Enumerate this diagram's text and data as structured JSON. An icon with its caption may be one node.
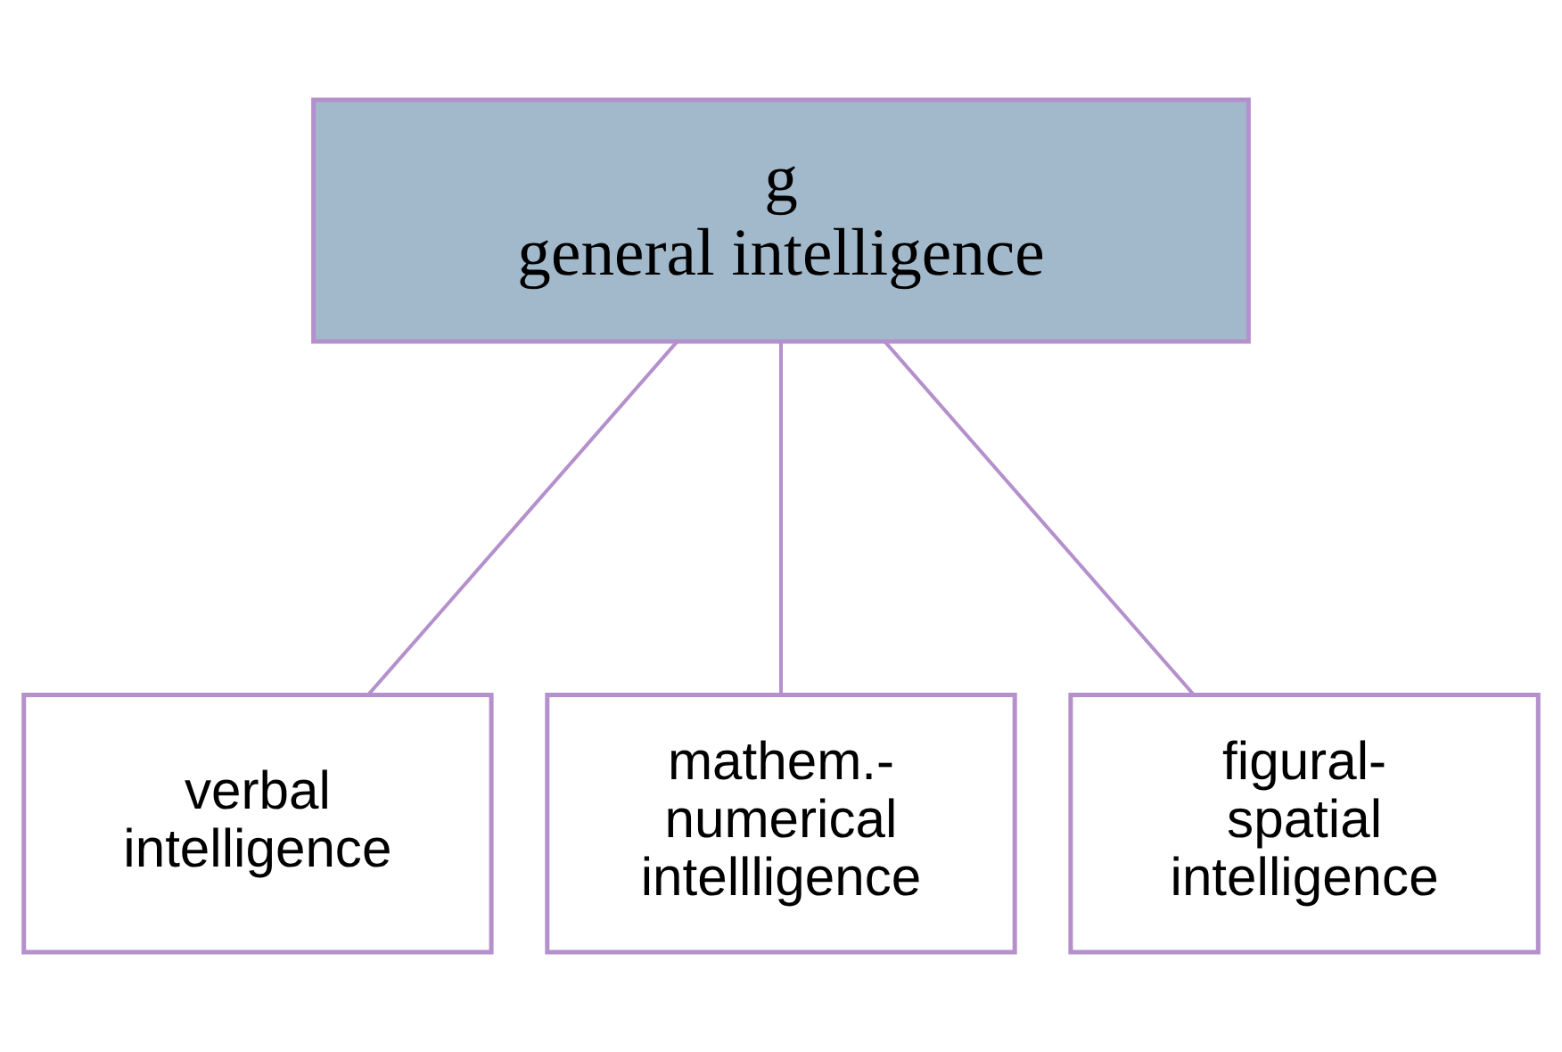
{
  "diagram": {
    "nodes": [
      {
        "text": [
          "g",
          "general intelligence"
        ]
      },
      {
        "text": [
          "verbal intelligence"
        ]
      },
      {
        "text": [
          "mathem.- numerical intellligence"
        ]
      },
      {
        "text": [
          "figural- spatial intelligence"
        ]
      }
    ],
    "edges": [
      {
        "from": 0,
        "to": 1,
        "arrow": "none"
      },
      {
        "from": 0,
        "to": 2,
        "arrow": "none"
      },
      {
        "from": 0,
        "to": 3,
        "arrow": "none"
      }
    ]
  }
}
